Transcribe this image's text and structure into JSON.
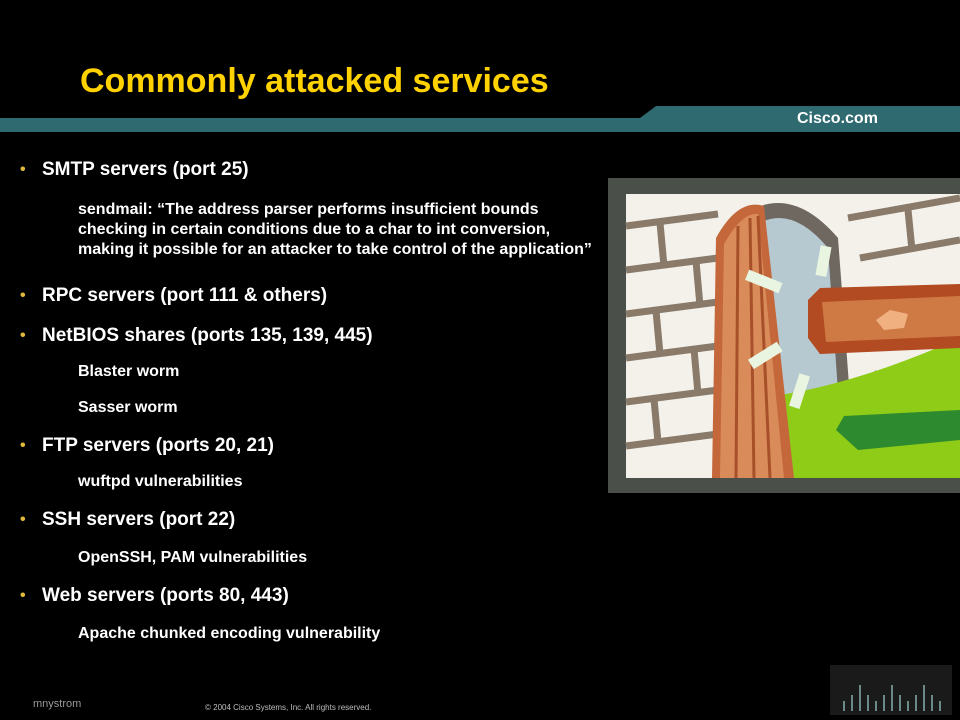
{
  "slide": {
    "title": "Commonly attacked services",
    "brand": "Cisco.com",
    "footer_author": "mnystrom",
    "footer_copyright": "© 2004 Cisco Systems, Inc. All rights reserved."
  },
  "bullets": [
    {
      "text": "SMTP servers (port 25)",
      "subs": [
        "sendmail: “The address parser performs insufficient bounds checking in certain conditions due to a char to int conversion, making it possible for an attacker to take control of the application”"
      ]
    },
    {
      "text": "RPC servers (port 111 & others)",
      "subs": []
    },
    {
      "text": "NetBIOS shares (ports 135, 139, 445)",
      "subs": [
        "Blaster worm",
        "Sasser worm"
      ]
    },
    {
      "text": "FTP servers (ports 20, 21)",
      "subs": [
        "wuftpd vulnerabilities"
      ]
    },
    {
      "text": "SSH servers (port 22)",
      "subs": [
        "OpenSSH, PAM vulnerabilities"
      ]
    },
    {
      "text": "Web servers (ports 80, 443)",
      "subs": [
        "Apache chunked encoding vulnerability"
      ]
    }
  ],
  "colors": {
    "title": "#ffd200",
    "band": "#2f6a70",
    "bullet_dot": "#e2b93b"
  },
  "icons": {
    "illustration": "broken-door-wall-icon",
    "logo": "cisco-bridge-logo-icon"
  }
}
